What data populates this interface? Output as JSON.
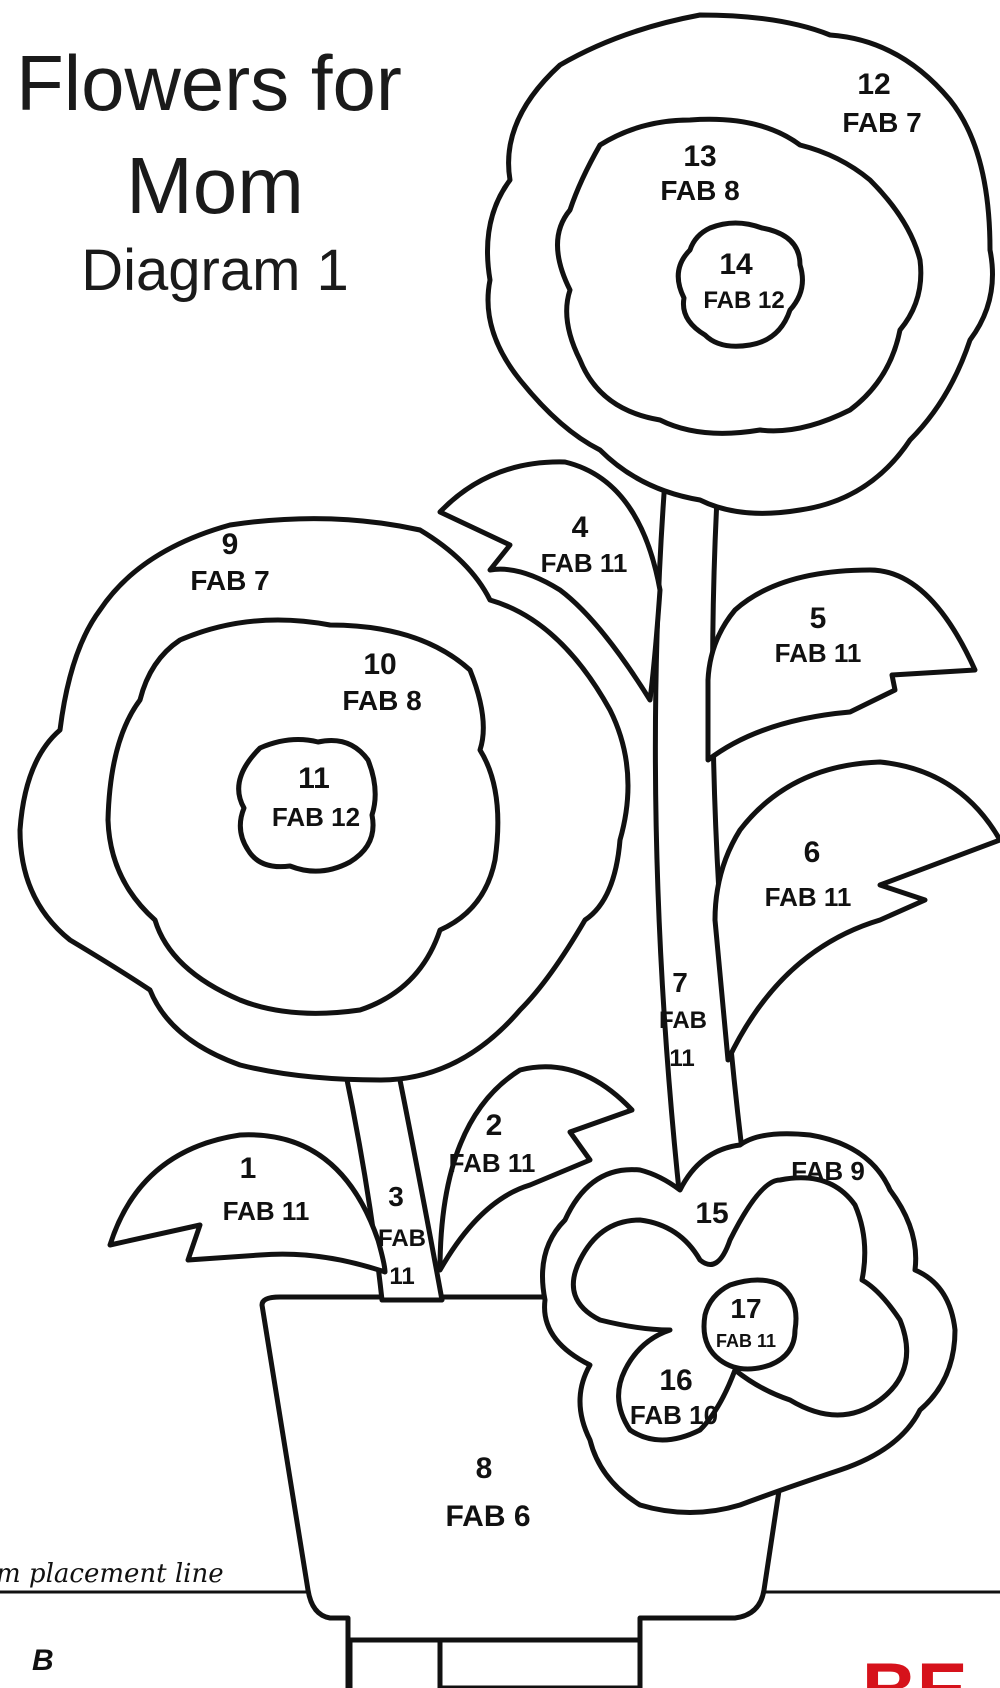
{
  "title": {
    "line1": "Flowers for",
    "line2": "Mom",
    "line3": "Diagram 1"
  },
  "pieces": [
    {
      "id": "1",
      "number": "1",
      "fabric": "FAB 11"
    },
    {
      "id": "2",
      "number": "2",
      "fabric": "FAB 11"
    },
    {
      "id": "3",
      "number": "3",
      "fabric_a": "FAB",
      "fabric_b": "11"
    },
    {
      "id": "4",
      "number": "4",
      "fabric": "FAB 11"
    },
    {
      "id": "5",
      "number": "5",
      "fabric": "FAB 11"
    },
    {
      "id": "6",
      "number": "6",
      "fabric": "FAB 11"
    },
    {
      "id": "7",
      "number": "7",
      "fabric_a": "FAB",
      "fabric_b": "11"
    },
    {
      "id": "8",
      "number": "8",
      "fabric": "FAB 6"
    },
    {
      "id": "9",
      "number": "9",
      "fabric": "FAB 7"
    },
    {
      "id": "10",
      "number": "10",
      "fabric": "FAB 8"
    },
    {
      "id": "11",
      "number": "11",
      "fabric": "FAB 12"
    },
    {
      "id": "12",
      "number": "12",
      "fabric": "FAB 7"
    },
    {
      "id": "13",
      "number": "13",
      "fabric": "FAB 8"
    },
    {
      "id": "14",
      "number": "14",
      "fabric": "FAB 12"
    },
    {
      "id": "15",
      "number": "15",
      "fabric": "FAB 9"
    },
    {
      "id": "16",
      "number": "16",
      "fabric": "FAB 10"
    },
    {
      "id": "17",
      "number": "17",
      "fabric": "FAB 11"
    }
  ],
  "seam_label": "m placement line",
  "page_letter": "B",
  "logo_fragment": "BE",
  "colors": {
    "line": "#111111",
    "background": "#ffffff",
    "logo": "#d6121b"
  }
}
